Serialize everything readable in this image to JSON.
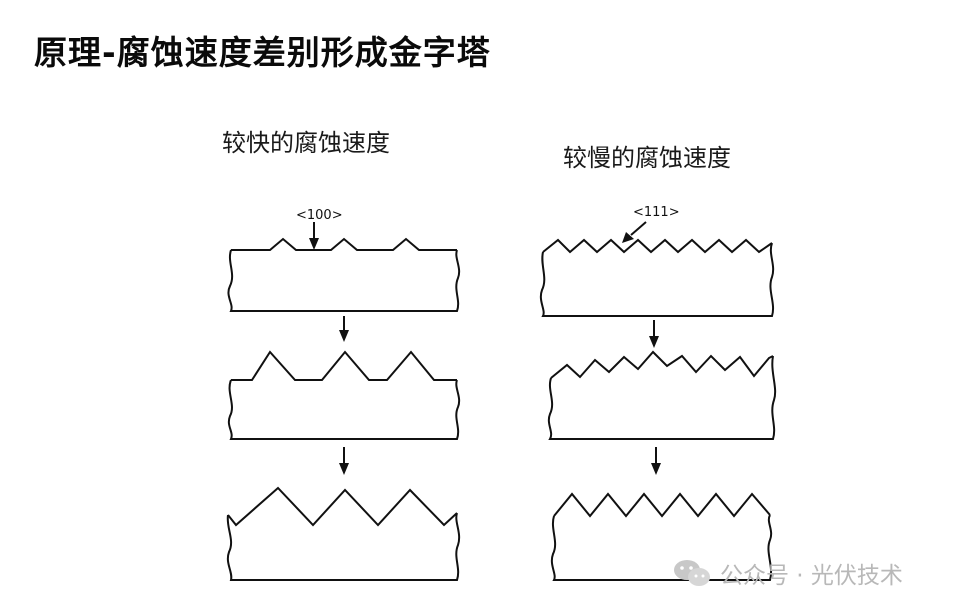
{
  "title": "原理-腐蚀速度差别形成金字塔",
  "columns": [
    {
      "label": "较快的腐蚀速度",
      "orientation": "<100>"
    },
    {
      "label": "较慢的腐蚀速度",
      "orientation": "<111>"
    }
  ],
  "watermark": {
    "text": "公众号 · 光伏技术",
    "icon": "wechat-logo-icon"
  },
  "colors": {
    "line": "#111111",
    "title": "#0a0a0a",
    "watermark": "#b8b8b8"
  }
}
